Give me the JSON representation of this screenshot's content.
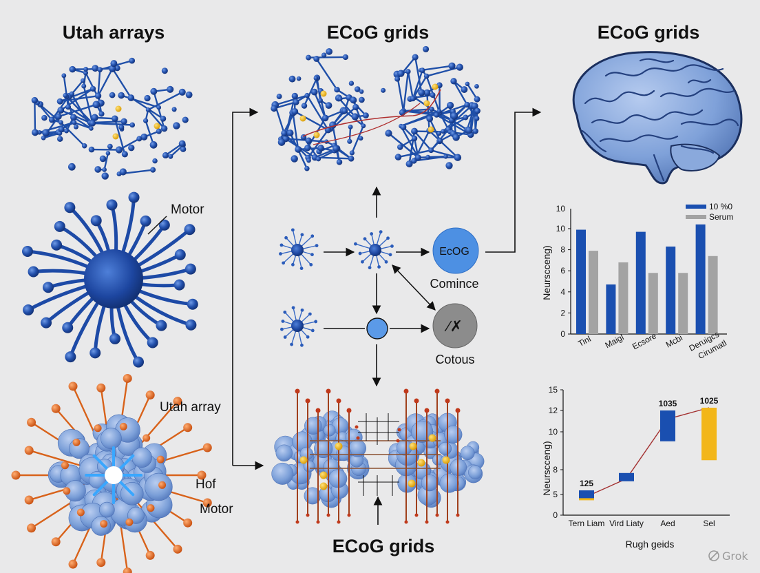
{
  "titles": {
    "left": "Utah arrays",
    "middle": "ECoG grids",
    "right": "ECoG grids",
    "bottom": "ECoG grids"
  },
  "labels": {
    "motor_top": "Motor",
    "utah_array": "Utah array",
    "hof": "Hof",
    "motor_bottom": "Motor",
    "ecog_node": "EcOG",
    "comince": "Comince",
    "cotous": "Cotous",
    "cotous_glyph": "∕✗"
  },
  "colors": {
    "neuron_blue": "#1f4fa8",
    "node_light_blue": "#4a8ee0",
    "bar_blue": "#1a4fb0",
    "bar_gray": "#a3a3a3",
    "bar_yellow": "#f2b619",
    "connector_red": "#a33030",
    "electrode_orange": "#e0641a",
    "tissue_blue": "#7a9fd8"
  },
  "chart_data": [
    {
      "type": "bar",
      "ylabel": "Neurscceng)",
      "ylim": [
        0,
        10
      ],
      "yticks": [
        "0",
        "2",
        "4",
        "6",
        "8",
        "10"
      ],
      "extra_tick": "10",
      "categories": [
        "Tinl",
        "Maigl",
        "Ecsore",
        "Mcbi",
        "Deruigcs"
      ],
      "extra_category": "Cirumatl",
      "series": [
        {
          "name": "10 %0",
          "color": "#1a4fb0",
          "values": [
            9.9,
            4.7,
            9.7,
            8.3,
            10.4
          ]
        },
        {
          "name": "Serum",
          "color": "#a3a3a3",
          "values": [
            7.9,
            6.8,
            5.8,
            5.8,
            7.4
          ]
        }
      ],
      "legend": "top-right",
      "grid": false
    },
    {
      "type": "bar",
      "ylabel": "Neurscceng)",
      "xlabel": "Rugh geids",
      "ylim": [
        0,
        15
      ],
      "yticks": [
        "0",
        "5",
        "8",
        "10",
        "12",
        "15"
      ],
      "categories": [
        "Tern Liam",
        "Vird Liaty",
        "Aed",
        "Sel"
      ],
      "floating_bars": [
        {
          "low": 3.8,
          "high": 5.5,
          "color": "#1a4fb0",
          "accent_low": 3.8,
          "accent_high": 4.1,
          "accent_color": "#f2b619",
          "label": "125"
        },
        {
          "low": 6.6,
          "high": 7.6,
          "color": "#1a4fb0",
          "label": ""
        },
        {
          "low": 9.5,
          "high": 12.0,
          "color": "#1a4fb0",
          "label": "1035"
        },
        {
          "low": 8.5,
          "high": 12.4,
          "color": "#f2b619",
          "label": "1025"
        }
      ],
      "trend_line": [
        4.5,
        6.9,
        11.2,
        12.4
      ],
      "grid": false
    }
  ],
  "watermark": "Grok"
}
